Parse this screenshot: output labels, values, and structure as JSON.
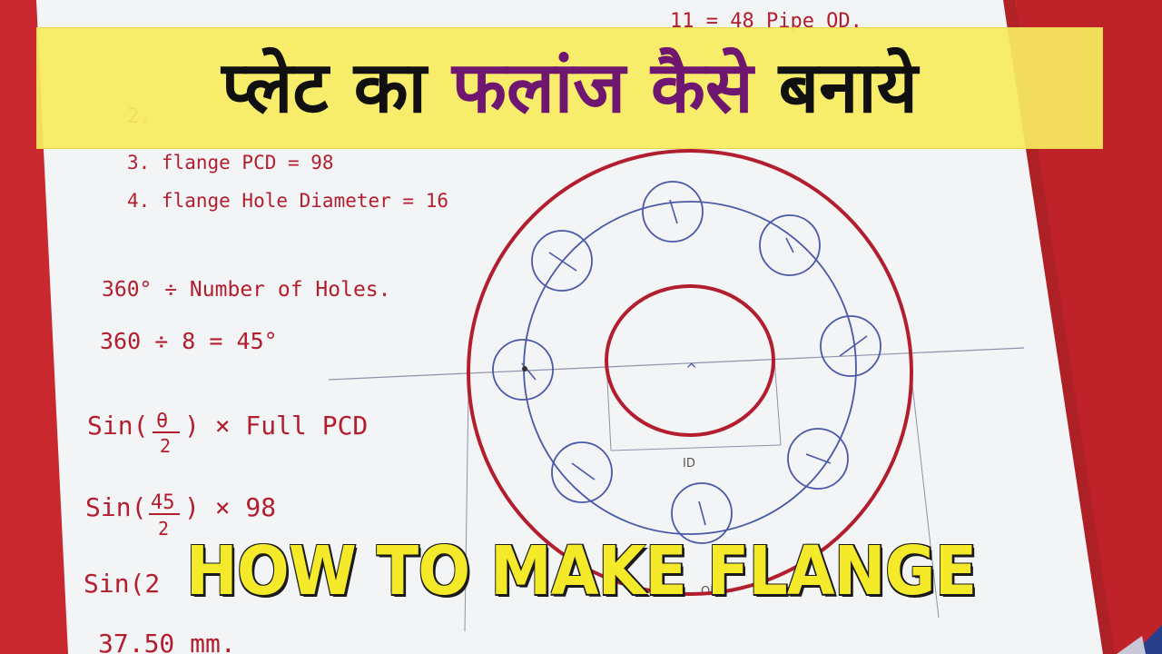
{
  "title_hindi": {
    "w1": "प्लेट",
    "w2": "का",
    "w3": "फलांज",
    "w4": "कैसे",
    "w5": "बनाये"
  },
  "title_english": "HOW TO MAKE FLANGE",
  "notes": {
    "top_right": "11 = 48 Pipe OD.",
    "hidden_line": "2.",
    "line3": "3. flange PCD = 98",
    "line4": "4. flange Hole Diameter = 16",
    "angle_formula": "360° ÷ Number of Holes.",
    "angle_calc": "360 ÷ 8 = 45°",
    "sin_prefix": "Sin(",
    "theta": "θ",
    "two": "2",
    "pcd_suffix": ") × Full PCD",
    "forty_five": "45",
    "calc_suffix": ") × 98",
    "partial_sin": "Sin(2",
    "result": "37.50 mm.",
    "id_label": "ID",
    "od_label": "OD"
  },
  "colors": {
    "table_red": "#c8282e",
    "paper": "#f3f4f5",
    "banner_yellow": "#f6ec60",
    "hindi_purple": "#6e1670",
    "ink_red": "#b21e2e",
    "ink_blue": "#4a58a8",
    "english_yellow": "#f4ea2a"
  },
  "drawing": {
    "bolt_holes": 8
  }
}
